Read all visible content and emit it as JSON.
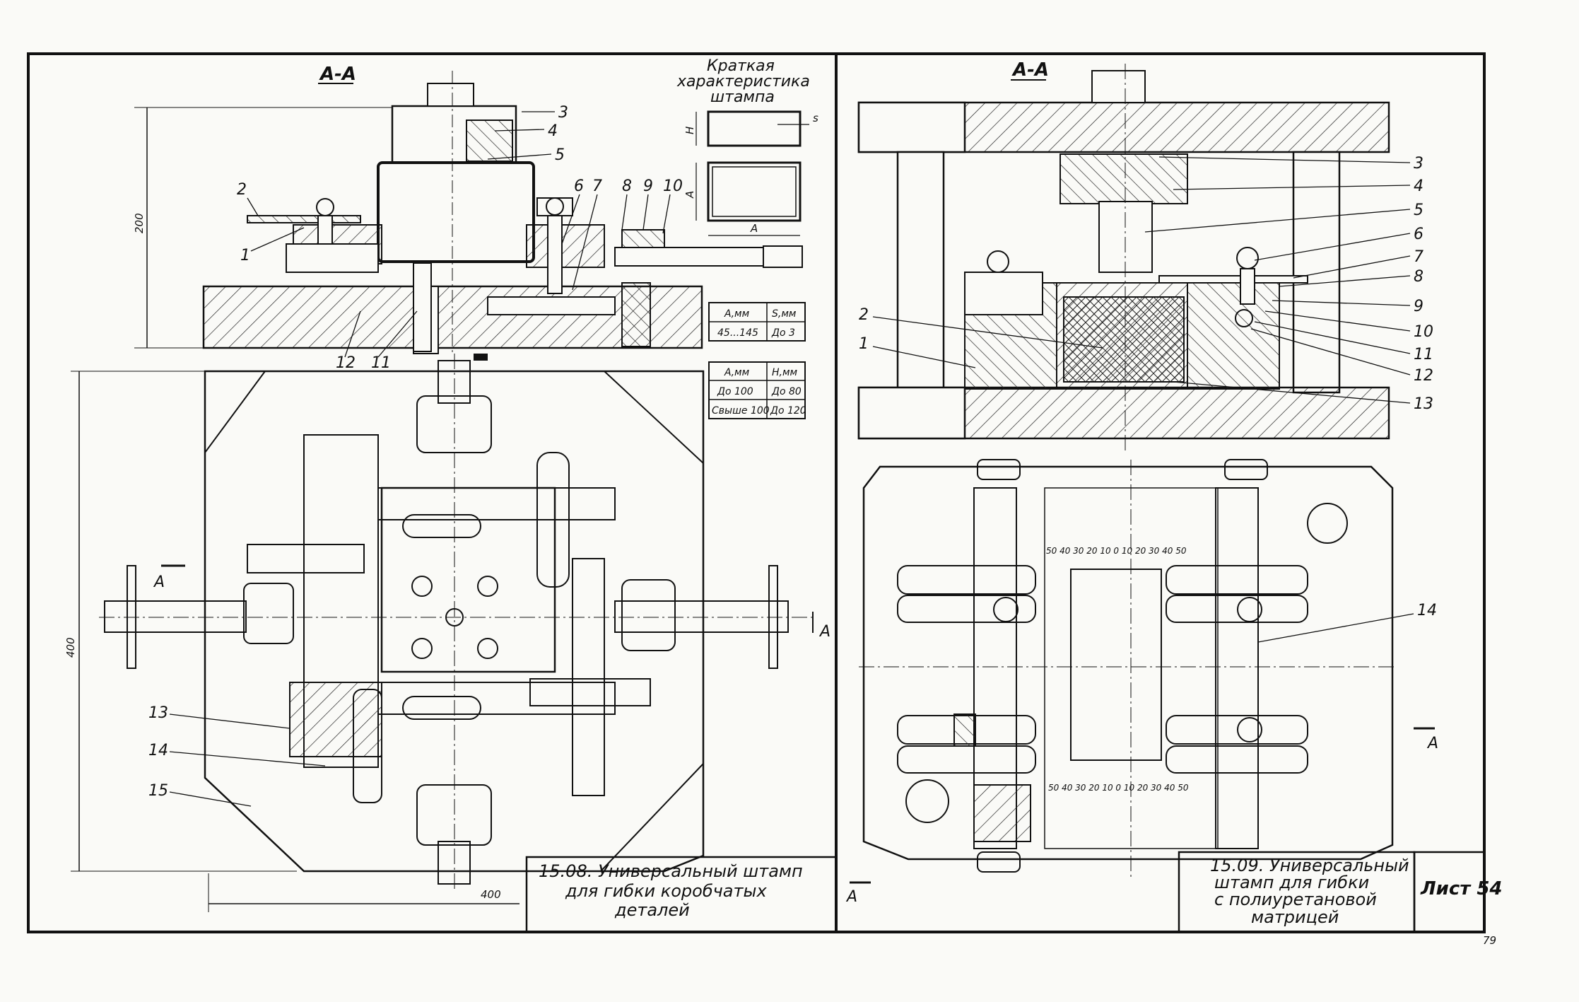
{
  "left": {
    "section": "A-A",
    "char_title": [
      "Краткая",
      "характеристика",
      "штампа"
    ],
    "dims": {
      "height": "200",
      "width": "400",
      "width_plan": "400"
    },
    "sketch": {
      "H": "H",
      "s": "s",
      "A1": "A",
      "A2": "A"
    },
    "table1": {
      "h1": "А,мм",
      "h2": "S,мм",
      "r1c1": "45...145",
      "r1c2": "До 3"
    },
    "table2": {
      "h1": "А,мм",
      "h2": "Н,мм",
      "r1c1": "До 100",
      "r1c2": "До 80",
      "r2c1": "Свыше 100",
      "r2c2": "До 120"
    },
    "callouts": {
      "c1": "1",
      "c2": "2",
      "c3": "3",
      "c4": "4",
      "c5": "5",
      "c6": "6",
      "c7": "7",
      "c8": "8",
      "c9": "9",
      "c10": "10",
      "c11": "11",
      "c12": "12",
      "c13": "13",
      "c14": "14",
      "c15": "15"
    },
    "arrowA1": "А",
    "arrowA2": "А",
    "caption": [
      "15.08. Универсальный  штамп",
      "для гибки коробчатых",
      "деталей"
    ]
  },
  "right": {
    "section": "A-A",
    "callouts": {
      "c1": "1",
      "c2": "2",
      "c3": "3",
      "c4": "4",
      "c5": "5",
      "c6": "6",
      "c7": "7",
      "c8": "8",
      "c9": "9",
      "c10": "10",
      "c11": "11",
      "c12": "12",
      "c13": "13",
      "c14": "14"
    },
    "scale_top": "50 40 30 20 10  0  10 20 30 40 50",
    "scale_bottom": "50 40 30 20 10  0  10 20 30 40 50",
    "arrowA1": "А",
    "arrowA2": "А",
    "caption": [
      "15.09. Универсальный",
      "штамп для гибки",
      "с полиуретановой",
      "матрицей"
    ],
    "sheet_label": "Лист 54"
  },
  "page_number": "79"
}
